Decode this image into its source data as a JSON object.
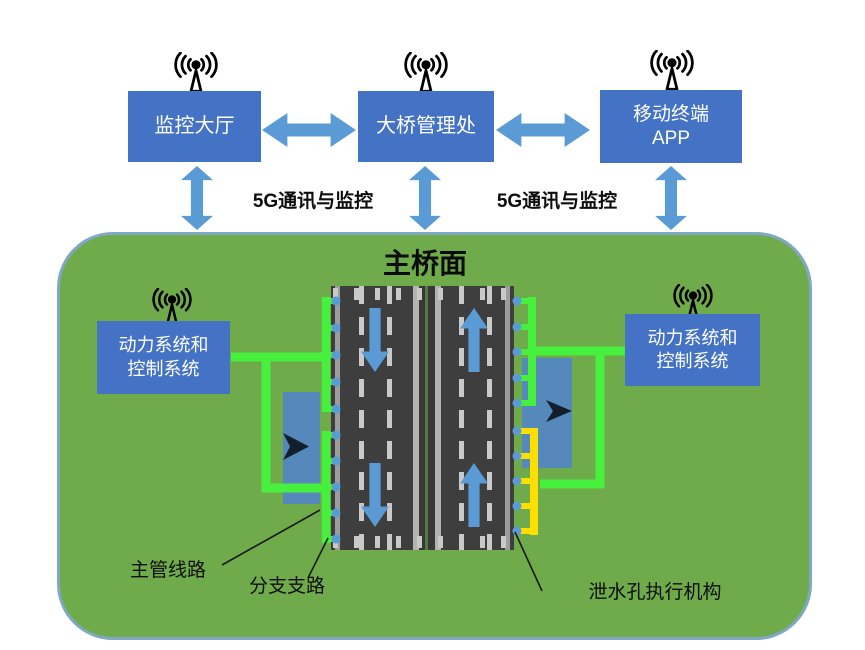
{
  "header": {
    "nodes": [
      {
        "label": "监控大厅"
      },
      {
        "label": "大桥管理处"
      },
      {
        "line1": "移动终端",
        "line2": "APP"
      }
    ],
    "link_label_left": "5G通讯与监控",
    "link_label_right": "5G通讯与监控"
  },
  "panel": {
    "title": "主桥面",
    "left_system": {
      "line1": "动力系统和",
      "line2": "控制系统"
    },
    "right_system": {
      "line1": "动力系统和",
      "line2": "控制系统"
    },
    "labels": {
      "main_pipe": "主管线路",
      "branch_pipe": "分支支路",
      "drain_actuator": "泄水孔执行机构"
    }
  },
  "icons": {
    "antenna": "radio-tower-icon",
    "dart": "right-chevron-dart-icon"
  },
  "colors": {
    "node_blue": "#4472c4",
    "arrow_blue": "#5b9bd5",
    "panel_green": "#6faa4b",
    "panel_border": "#7fa8c4",
    "pipe_green": "#46f03c",
    "pipe_yellow": "#ffdf00",
    "road_gray": "#3e3e3e",
    "lane_mark": "#c9c9c9",
    "equipment_blue": "#5588bb"
  }
}
